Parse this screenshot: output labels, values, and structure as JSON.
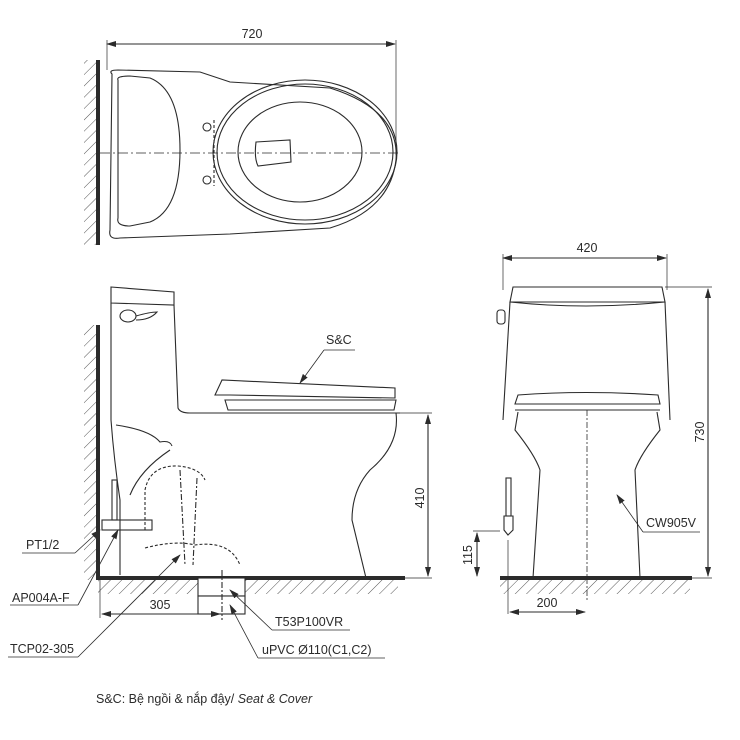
{
  "drawing": {
    "type": "technical-drawing",
    "subject": "one-piece toilet dimensional drawing",
    "views": [
      "top-view",
      "side-elevation",
      "front-elevation"
    ],
    "colors": {
      "line": "#2b2b2b",
      "background": "#ffffff",
      "hatch": "#555555"
    }
  },
  "top_view": {
    "dim_length": "720"
  },
  "side_view": {
    "labels": {
      "seat_cover": "S&C",
      "supply_thread": "PT1/2",
      "angle_valve": "AP004A-F",
      "rough_in_adapter": "TCP02-305",
      "flange": "T53P100VR",
      "drain_pipe": "uPVC Ø110(C1,C2)"
    },
    "dim_rough_in": "305",
    "dim_seat_height": "410"
  },
  "front_view": {
    "dim_width": "420",
    "dim_height": "730",
    "dim_supply_height": "115",
    "dim_supply_offset": "200",
    "labels": {
      "body_model": "CW905V"
    }
  },
  "caption": {
    "prefix": "S&C: Bệ ngồi & nắp đậy/ ",
    "italic": "Seat & Cover"
  }
}
